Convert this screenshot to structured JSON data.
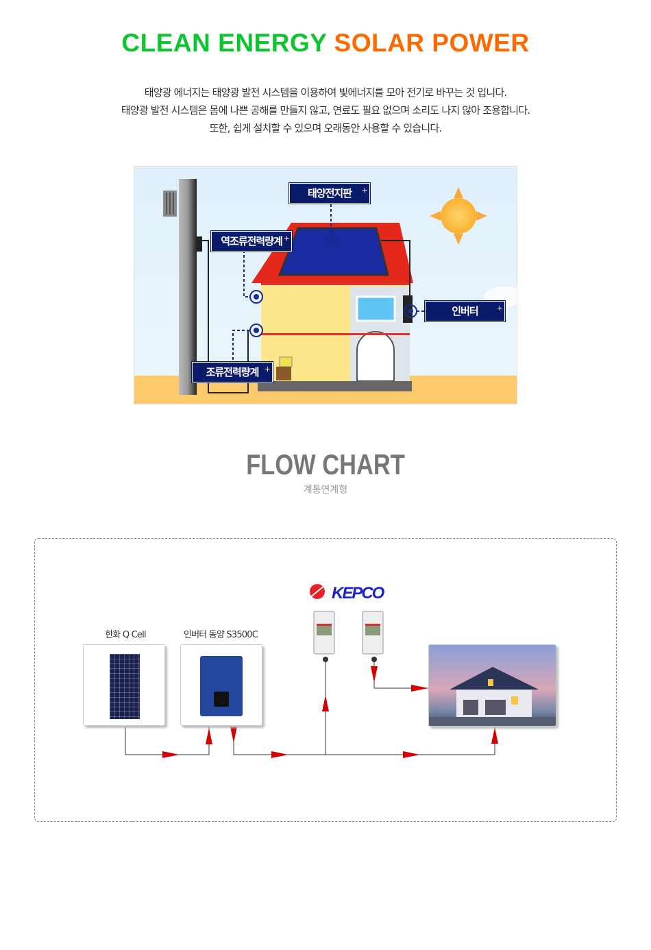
{
  "header": {
    "title_part1": "CLEAN ENERGY",
    "title_part2": "SOLAR POWER",
    "intro_lines": [
      "태양광 에너지는 태양광 발전 시스템을 이용하여 빛에너지를 모아 전기로 바꾸는 것 입니다.",
      "태양광 발전 시스템은 몸에 나쁜 공해를 만들지 않고, 연료도 필요 없으며 소리도 나지 않아 조용합니다.",
      "또한, 쉽게 설치할 수 있으며 오래동안 사용할 수 있습니다."
    ]
  },
  "illustration": {
    "labels": {
      "solar_panel": "태양전지판",
      "reverse_meter": "역조류전력량계",
      "forward_meter": "조류전력량계",
      "inverter": "인버터"
    },
    "plus": "+"
  },
  "flow_chart": {
    "title": "FLOW CHART",
    "subtitle": "계통연계형",
    "kepco_logo": "KEPCO",
    "panel_caption": "한화 Q Cell",
    "inverter_caption": "인버터 동양 S3500C",
    "colors": {
      "arrow": "#d40000",
      "line": "#333333"
    }
  }
}
